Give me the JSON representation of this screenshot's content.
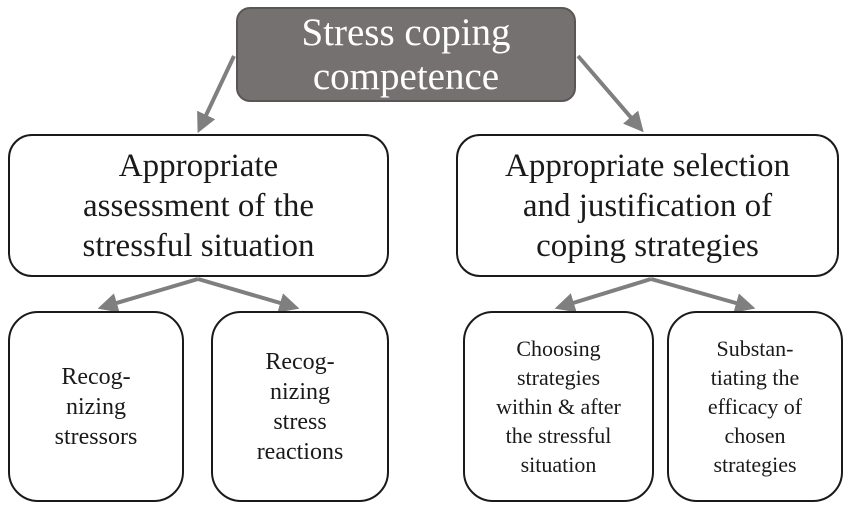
{
  "diagram": {
    "root": {
      "label": "Stress coping\ncompetence"
    },
    "branches": [
      {
        "label": "Appropriate\nassessment of the\nstressful situation",
        "children": [
          {
            "label": "Recog-\nnizing\nstressors"
          },
          {
            "label": "Recog-\nnizing\nstress\nreactions"
          }
        ]
      },
      {
        "label": "Appropriate selection\nand justification of\ncoping strategies",
        "children": [
          {
            "label": "Choosing\nstrategies\nwithin & after\nthe stressful\nsituation"
          },
          {
            "label": "Substan-\ntiating the\nefficacy of\nchosen\nstrategies"
          }
        ]
      }
    ],
    "colors": {
      "root_fill": "#767171",
      "root_text": "#ffffff",
      "box_border": "#1a1a1a",
      "arrow": "#7f7f7f"
    }
  }
}
